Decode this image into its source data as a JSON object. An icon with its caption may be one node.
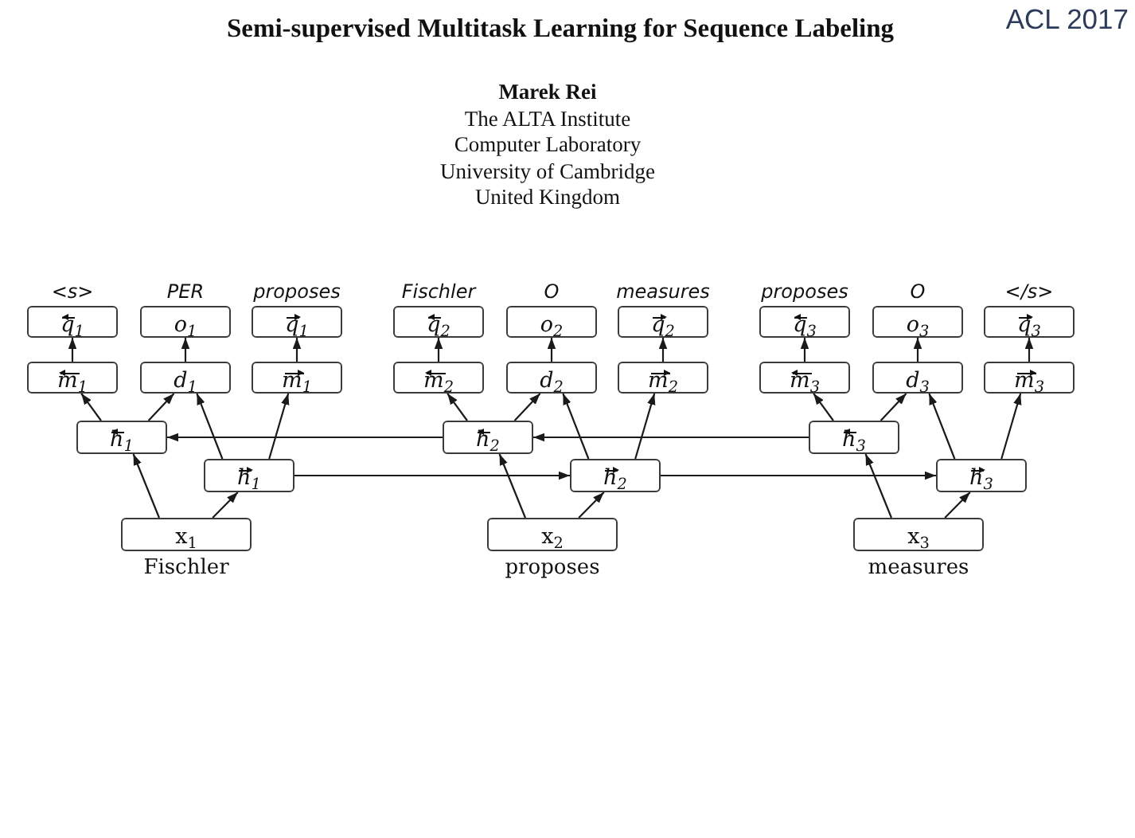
{
  "diagram": {
    "title": "Semi-supervised Multitask Learning for Sequence Labeling",
    "nodes": [
      {
        "text": [
          "q⃖$_{1}$"
        ],
        "beside": [
          "<s>"
        ]
      },
      {
        "text": [
          "o$_{1}$"
        ],
        "beside": [
          "PER"
        ]
      },
      {
        "text": [
          "q⃗$_{1}$"
        ],
        "beside": [
          "proposes"
        ]
      },
      {
        "text": [
          "q⃖$_{2}$"
        ],
        "beside": [
          "Fischler"
        ]
      },
      {
        "text": [
          "o$_{2}$"
        ],
        "beside": [
          "O"
        ]
      },
      {
        "text": [
          "q⃗$_{2}$"
        ],
        "beside": [
          "measures"
        ]
      },
      {
        "text": [
          "q⃖$_{3}$"
        ],
        "beside": [
          "proposes"
        ]
      },
      {
        "text": [
          "o$_{3}$"
        ],
        "beside": [
          "O"
        ]
      },
      {
        "text": [
          "q⃗$_{3}$"
        ],
        "beside": [
          "</s>"
        ]
      },
      {
        "text": [
          "m⃖$_{1}$"
        ]
      },
      {
        "text": [
          "d$_{1}$"
        ]
      },
      {
        "text": [
          "m⃗$_{1}$"
        ]
      },
      {
        "text": [
          "m⃖$_{2}$"
        ]
      },
      {
        "text": [
          "d$_{2}$"
        ]
      },
      {
        "text": [
          "m⃗$_{2}$"
        ]
      },
      {
        "text": [
          "m⃖$_{3}$"
        ]
      },
      {
        "text": [
          "d$_{3}$"
        ]
      },
      {
        "text": [
          "m⃗$_{3}$"
        ]
      },
      {
        "text": [
          "h⃖$_{1}$"
        ]
      },
      {
        "text": [
          "h⃖$_{2}$"
        ]
      },
      {
        "text": [
          "h⃖$_{3}$"
        ]
      },
      {
        "text": [
          "h⃗$_{1}$"
        ]
      },
      {
        "text": [
          "h⃗$_{2}$"
        ]
      },
      {
        "text": [
          "h⃗$_{3}$"
        ]
      },
      {
        "text": [
          "x$_{1}$"
        ],
        "beside": [
          "Fischler"
        ]
      },
      {
        "text": [
          "x$_{2}$"
        ],
        "beside": [
          "proposes"
        ]
      },
      {
        "text": [
          "x$_{3}$"
        ],
        "beside": [
          "measures"
        ]
      }
    ],
    "edges": [
      {
        "from": 24,
        "to": 18,
        "arrow": "to"
      },
      {
        "from": 24,
        "to": 21,
        "arrow": "to"
      },
      {
        "from": 18,
        "to": 9,
        "arrow": "to"
      },
      {
        "from": 18,
        "to": 10,
        "arrow": "to"
      },
      {
        "from": 21,
        "to": 10,
        "arrow": "to"
      },
      {
        "from": 21,
        "to": 11,
        "arrow": "to"
      },
      {
        "from": 9,
        "to": 0,
        "arrow": "to"
      },
      {
        "from": 10,
        "to": 1,
        "arrow": "to"
      },
      {
        "from": 11,
        "to": 2,
        "arrow": "to"
      },
      {
        "from": 25,
        "to": 19,
        "arrow": "to"
      },
      {
        "from": 25,
        "to": 22,
        "arrow": "to"
      },
      {
        "from": 19,
        "to": 12,
        "arrow": "to"
      },
      {
        "from": 19,
        "to": 13,
        "arrow": "to"
      },
      {
        "from": 22,
        "to": 13,
        "arrow": "to"
      },
      {
        "from": 22,
        "to": 14,
        "arrow": "to"
      },
      {
        "from": 12,
        "to": 3,
        "arrow": "to"
      },
      {
        "from": 13,
        "to": 4,
        "arrow": "to"
      },
      {
        "from": 14,
        "to": 5,
        "arrow": "to"
      },
      {
        "from": 26,
        "to": 20,
        "arrow": "to"
      },
      {
        "from": 26,
        "to": 23,
        "arrow": "to"
      },
      {
        "from": 20,
        "to": 15,
        "arrow": "to"
      },
      {
        "from": 20,
        "to": 16,
        "arrow": "to"
      },
      {
        "from": 23,
        "to": 16,
        "arrow": "to"
      },
      {
        "from": 23,
        "to": 17,
        "arrow": "to"
      },
      {
        "from": 15,
        "to": 6,
        "arrow": "to"
      },
      {
        "from": 16,
        "to": 7,
        "arrow": "to"
      },
      {
        "from": 17,
        "to": 8,
        "arrow": "to"
      },
      {
        "from": 19,
        "to": 18,
        "arrow": "to"
      },
      {
        "from": 20,
        "to": 19,
        "arrow": "to"
      },
      {
        "from": 21,
        "to": 22,
        "arrow": "to"
      },
      {
        "from": 22,
        "to": 23,
        "arrow": "to"
      }
    ],
    "labels": [
      "ACL 2017",
      "Marek Rei",
      "The ALTA Institute",
      "Computer Laboratory",
      "University of Cambridge",
      "United Kingdom"
    ]
  }
}
